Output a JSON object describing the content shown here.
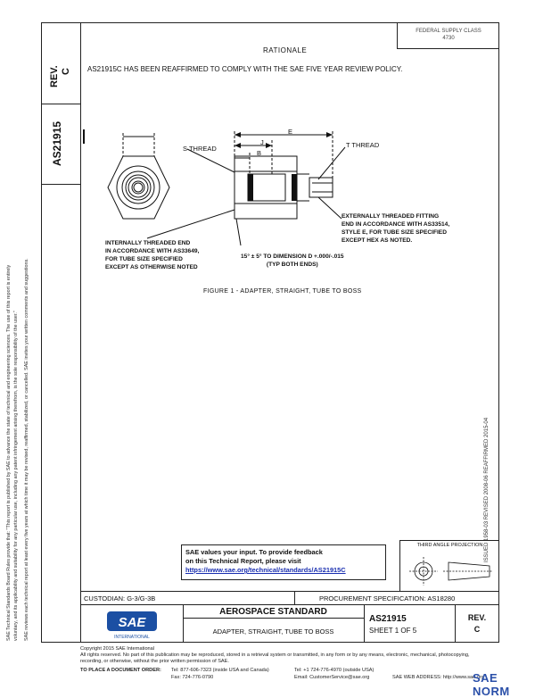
{
  "header": {
    "rev_label": "REV.",
    "rev_value": "C",
    "doc_number": "AS21915",
    "fed_class": "FEDERAL SUPPLY CLASS",
    "fed_class_value": "4730"
  },
  "rationale": {
    "title": "RATIONALE",
    "text": "AS21915C HAS BEEN REAFFIRMED TO COMPLY WITH THE SAE FIVE YEAR REVIEW POLICY."
  },
  "drawing": {
    "label_s_thread": "S THREAD",
    "label_t_thread": "T THREAD",
    "label_e": "E",
    "label_j": "J",
    "label_b": "B",
    "note_external": [
      "EXTERNALLY THREADED FITTING",
      "END IN ACCORDANCE WITH AS33514,",
      "STYLE E, FOR TUBE SIZE SPECIFIED",
      "EXCEPT HEX AS NOTED."
    ],
    "note_internal": [
      "INTERNALLY THREADED END",
      "IN ACCORDANCE WITH AS33649,",
      "FOR TUBE SIZE SPECIFIED",
      "EXCEPT AS OTHERWISE NOTED"
    ],
    "note_angle": [
      "15° ± 5° TO DIMENSION D +.000/-.015",
      "(TYP BOTH ENDS)"
    ],
    "caption": "FIGURE 1 - ADAPTER, STRAIGHT, TUBE TO BOSS"
  },
  "feedback": {
    "line1": "SAE values your input. To provide feedback",
    "line2": "on this Technical Report, please visit",
    "link": "https://www.sae.org/technical/standards/AS21915C"
  },
  "projection": {
    "label": "THIRD ANGLE PROJECTION"
  },
  "custodian": "CUSTODIAN: G-3/G-3B",
  "procurement": "PROCUREMENT SPECIFICATION: AS18280",
  "title_block": {
    "logo": "SAE",
    "logo_sub": "INTERNATIONAL",
    "standard": "AEROSPACE STANDARD",
    "item_name": "ADAPTER, STRAIGHT, TUBE TO BOSS",
    "doc_number": "AS21915",
    "sheet": "SHEET 1 OF 5",
    "rev_label": "REV.",
    "rev_value": "C"
  },
  "footer": {
    "copyright": "Copyright 2015 SAE International",
    "rights": "All rights reserved. No part of this publication may be reproduced, stored in a retrieval system or transmitted, in any form or by any means, electronic, mechanical, photocopying,",
    "rights2": "recording, or otherwise, without the prior written permission of SAE.",
    "order_label": "TO PLACE A DOCUMENT ORDER:",
    "tel1": "Tel: 877-606-7323 (inside USA and Canada)",
    "tel2": "Tel: +1 724-776-4970 (outside USA)",
    "fax": "Fax: 724-776-0790",
    "email": "Email: CustomerService@sae.org",
    "web": "SAE WEB ADDRESS: http://www.sae.org"
  },
  "history": "ISSUED 1958-03   REVISED 2008-06   REAFFIRMED 2015-04",
  "left_notice1": "SAE Technical Standards Board Rules provide that: \"This report is published by SAE to advance the state of technical and engineering sciences. The use of this report is entirely",
  "left_notice2": "voluntary, and its applicability and suitability for any particular use, including any patent infringement arising therefrom, is the sole responsibility of the user.\"",
  "left_notice3": "SAE reviews each technical report at least every five years at which time it may be revised, reaffirmed, stabilized, or cancelled. SAE invites your written comments and suggestions.",
  "watermark": "SAE NORM"
}
